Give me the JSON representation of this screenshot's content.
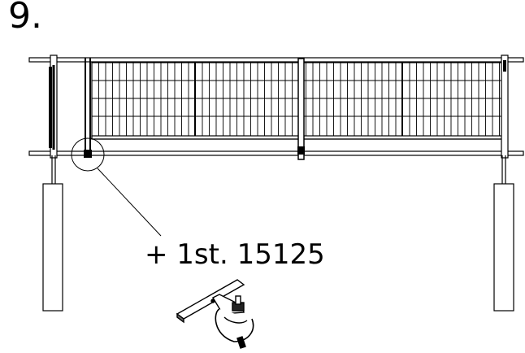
{
  "step": {
    "number": "9."
  },
  "callout": {
    "part_label": "+ 1st. 15125"
  },
  "icons": {
    "gate": "double-wing-mesh-gate-drawing",
    "clamp": "t-bar-pipe-clamp-fitting",
    "zoom": "detail-circle"
  }
}
